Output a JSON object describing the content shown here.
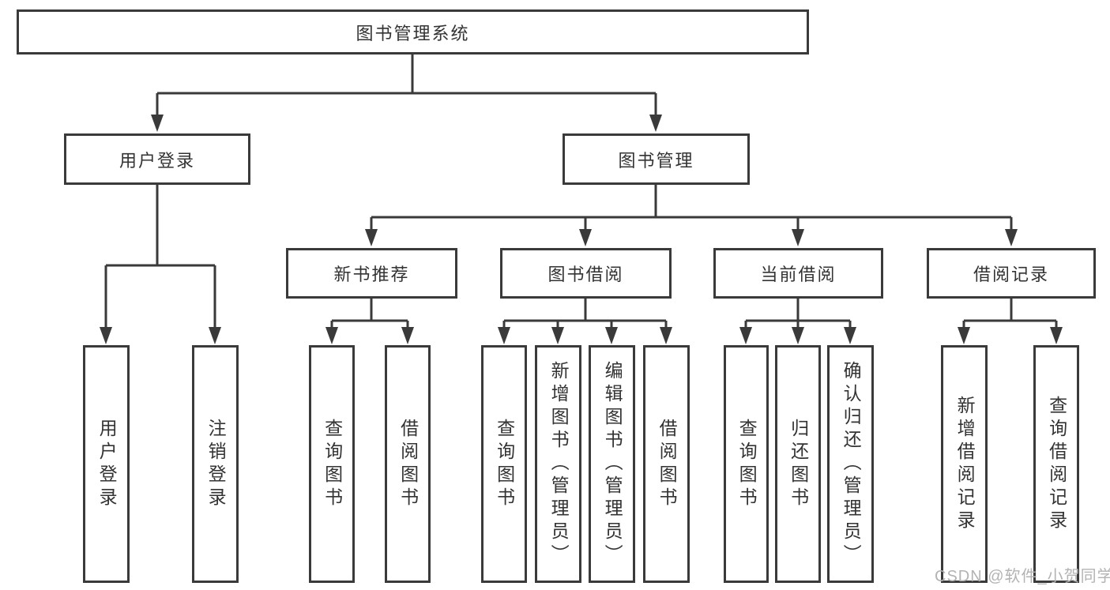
{
  "tree": {
    "label": "图书管理系统",
    "children": [
      {
        "label": "用户登录",
        "children": [
          {
            "label": "用户登录"
          },
          {
            "label": "注销登录"
          }
        ]
      },
      {
        "label": "图书管理",
        "children": [
          {
            "label": "新书推荐",
            "children": [
              {
                "label": "查询图书"
              },
              {
                "label": "借阅图书"
              }
            ]
          },
          {
            "label": "图书借阅",
            "children": [
              {
                "label": "查询图书"
              },
              {
                "label": "新增图书（管理员）"
              },
              {
                "label": "编辑图书（管理员）"
              },
              {
                "label": "借阅图书"
              }
            ]
          },
          {
            "label": "当前借阅",
            "children": [
              {
                "label": "查询图书"
              },
              {
                "label": "归还图书"
              },
              {
                "label": "确认归还（管理员）"
              }
            ]
          },
          {
            "label": "借阅记录",
            "children": [
              {
                "label": "新增借阅记录"
              },
              {
                "label": "查询借阅记录"
              }
            ]
          }
        ]
      }
    ]
  },
  "watermark": {
    "text": "CSDN @软件_小贺同学"
  },
  "colors": {
    "line": "#3a3a3a",
    "box_border": "#3a3a3a",
    "text": "#333333",
    "background": "#ffffff",
    "watermark": "#b3b3b3"
  }
}
